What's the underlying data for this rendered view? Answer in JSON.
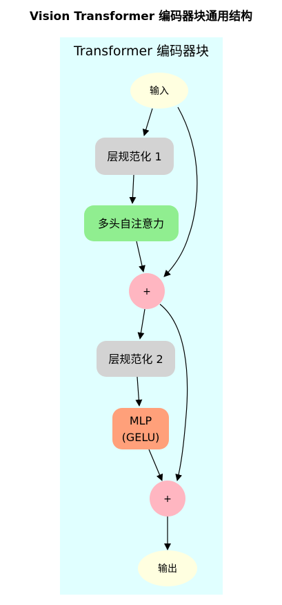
{
  "title": "Vision Transformer 编码器块通用结构",
  "cluster": {
    "label": "Transformer 编码器块",
    "fill": "#e0ffff"
  },
  "nodes": {
    "input": {
      "label": "输入",
      "fill": "#ffffe0",
      "shape": "ellipse"
    },
    "ln1": {
      "label": "层规范化 1",
      "fill": "#d3d3d3",
      "shape": "rounded-rect"
    },
    "mhsa": {
      "label": "多头自注意力",
      "fill": "#90ee90",
      "shape": "rounded-rect"
    },
    "add1": {
      "label": "+",
      "fill": "#ffb6c1",
      "shape": "circle"
    },
    "ln2": {
      "label": "层规范化 2",
      "fill": "#d3d3d3",
      "shape": "rounded-rect"
    },
    "mlp": {
      "label_line1": "MLP",
      "label_line2": "(GELU)",
      "fill": "#ffa07a",
      "shape": "rounded-rect"
    },
    "add2": {
      "label": "+",
      "fill": "#ffb6c1",
      "shape": "circle"
    },
    "output": {
      "label": "输出",
      "fill": "#ffffe0",
      "shape": "ellipse"
    }
  },
  "edges": [
    [
      "input",
      "ln1"
    ],
    [
      "ln1",
      "mhsa"
    ],
    [
      "mhsa",
      "add1"
    ],
    [
      "input",
      "add1"
    ],
    [
      "add1",
      "ln2"
    ],
    [
      "ln2",
      "mlp"
    ],
    [
      "mlp",
      "add2"
    ],
    [
      "add1",
      "add2"
    ],
    [
      "add2",
      "output"
    ]
  ]
}
